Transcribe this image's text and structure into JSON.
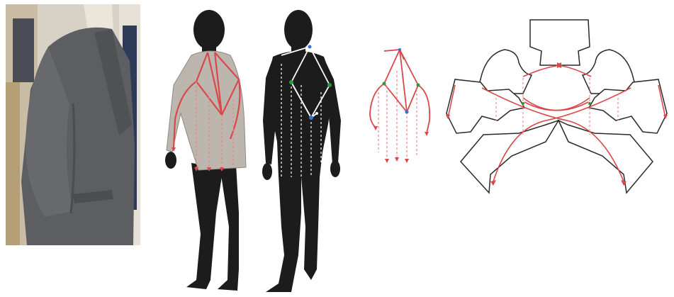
{
  "figure": {
    "panels": [
      {
        "id": "photo",
        "content": "tailored-jacket-on-dress-form"
      },
      {
        "id": "silhouette-with-jacket-and-force-lines"
      },
      {
        "id": "silhouette-with-skeleton-joints"
      },
      {
        "id": "isolated-force-lines"
      },
      {
        "id": "flattened-sewing-pattern-with-force-lines"
      }
    ],
    "colors": {
      "force_line": "#d9484a",
      "force_line_light": "#e88a86",
      "skeleton_line": "#ffffff",
      "joint_green": "#2e9a3c",
      "joint_blue": "#3a6fd8",
      "silhouette": "#1c1c1c",
      "jacket_fabric": "#bdb6ae",
      "pattern_outline": "#2a2a2a",
      "suit_gray": "#5c5e62",
      "background_wall": "#d8d2c6"
    }
  }
}
